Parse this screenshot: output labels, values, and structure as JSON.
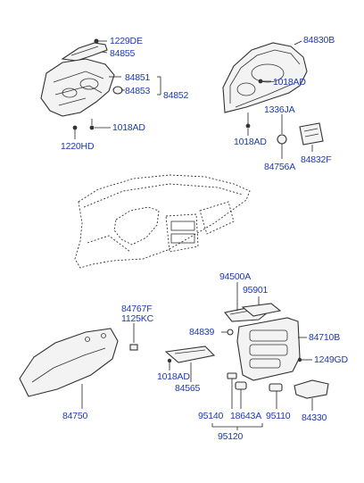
{
  "accent_color": "#1d39b8",
  "labels": {
    "l1229DE": "1229DE",
    "l84855": "84855",
    "l84851": "84851",
    "l84853": "84853",
    "l84852": "84852",
    "l1018AD_a": "1018AD",
    "l1220HD": "1220HD",
    "l84830B": "84830B",
    "l1018AD_b": "1018AD",
    "l1336JA": "1336JA",
    "l1018AD_c": "1018AD",
    "l84756A": "84756A",
    "l84832F": "84832F",
    "l94500A": "94500A",
    "l95901": "95901",
    "l84767F": "84767F",
    "l1125KC": "1125KC",
    "l84839": "84839",
    "l84710B": "84710B",
    "l1249GD": "1249GD",
    "l1018AD_d": "1018AD",
    "l84565": "84565",
    "l84750": "84750",
    "l95140": "95140",
    "l18643A": "18643A",
    "l95110": "95110",
    "l84330": "84330",
    "l95120": "95120"
  }
}
